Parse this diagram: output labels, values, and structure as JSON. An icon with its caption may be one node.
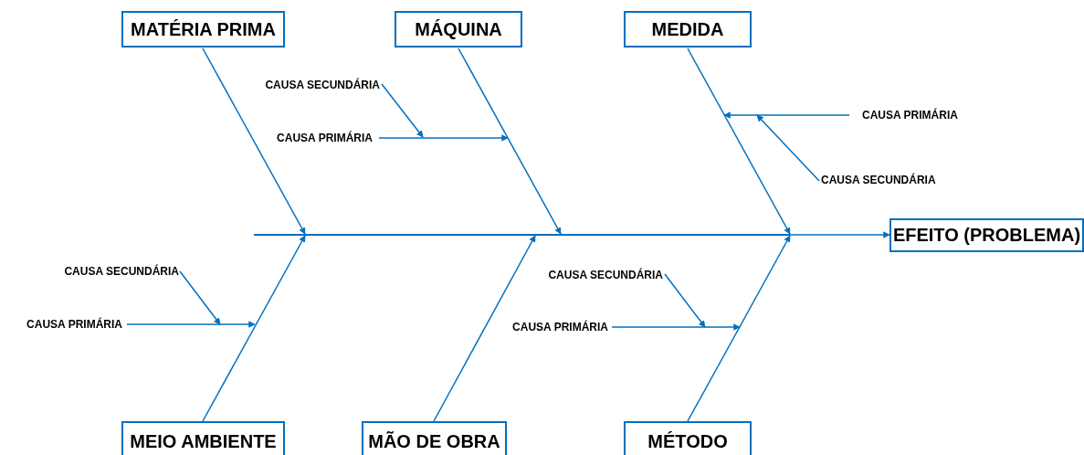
{
  "diagram": {
    "nodes": [
      {
        "text": [
          "MATÉRIA PRIMA"
        ]
      },
      {
        "text": [
          "MÁQUINA"
        ]
      },
      {
        "text": [
          "MEDIDA"
        ]
      },
      {
        "text": [
          "CAUSA SECUNDÁRIA"
        ]
      },
      {
        "text": [
          "CAUSA PRIMÁRIA"
        ]
      },
      {
        "text": [
          "CAUSA PRIMÁRIA"
        ]
      },
      {
        "text": [
          "CAUSA SECUNDÁRIA"
        ]
      },
      {
        "text": [
          "EFEITO (PROBLEMA)"
        ]
      },
      {
        "text": [
          "CAUSA SECUNDÁRIA"
        ]
      },
      {
        "text": [
          "CAUSA PRIMÁRIA"
        ]
      },
      {
        "text": [
          "CAUSA SECUNDÁRIA"
        ]
      },
      {
        "text": [
          "CAUSA PRIMÁRIA"
        ]
      },
      {
        "text": [
          "MEIO AMBIENTE"
        ]
      },
      {
        "text": [
          "MÃO DE OBRA"
        ]
      },
      {
        "text": [
          "MÉTODO"
        ]
      },
      {
        "text": [],
        "shape": "bar"
      }
    ],
    "edges": [
      {
        "from": 15,
        "to": 7,
        "arrow": "to"
      },
      {
        "from": 0,
        "to": 15,
        "arrow": "to"
      },
      {
        "from": 1,
        "to": 15,
        "arrow": "to"
      },
      {
        "from": 2,
        "to": 15,
        "arrow": "to"
      },
      {
        "from": 12,
        "to": 15,
        "arrow": "to"
      },
      {
        "from": 13,
        "to": 15,
        "arrow": "to"
      },
      {
        "from": 14,
        "to": 15,
        "arrow": "to"
      },
      {
        "from": 4,
        "to": null,
        "arrow": "to"
      },
      {
        "from": 3,
        "to": null,
        "arrow": "to"
      },
      {
        "from": 5,
        "to": null,
        "arrow": "to"
      },
      {
        "from": 6,
        "to": null,
        "arrow": "to"
      },
      {
        "from": 9,
        "to": null,
        "arrow": "to"
      },
      {
        "from": 8,
        "to": null,
        "arrow": "to"
      },
      {
        "from": 11,
        "to": null,
        "arrow": "to"
      },
      {
        "from": 10,
        "to": null,
        "arrow": "to"
      }
    ]
  }
}
